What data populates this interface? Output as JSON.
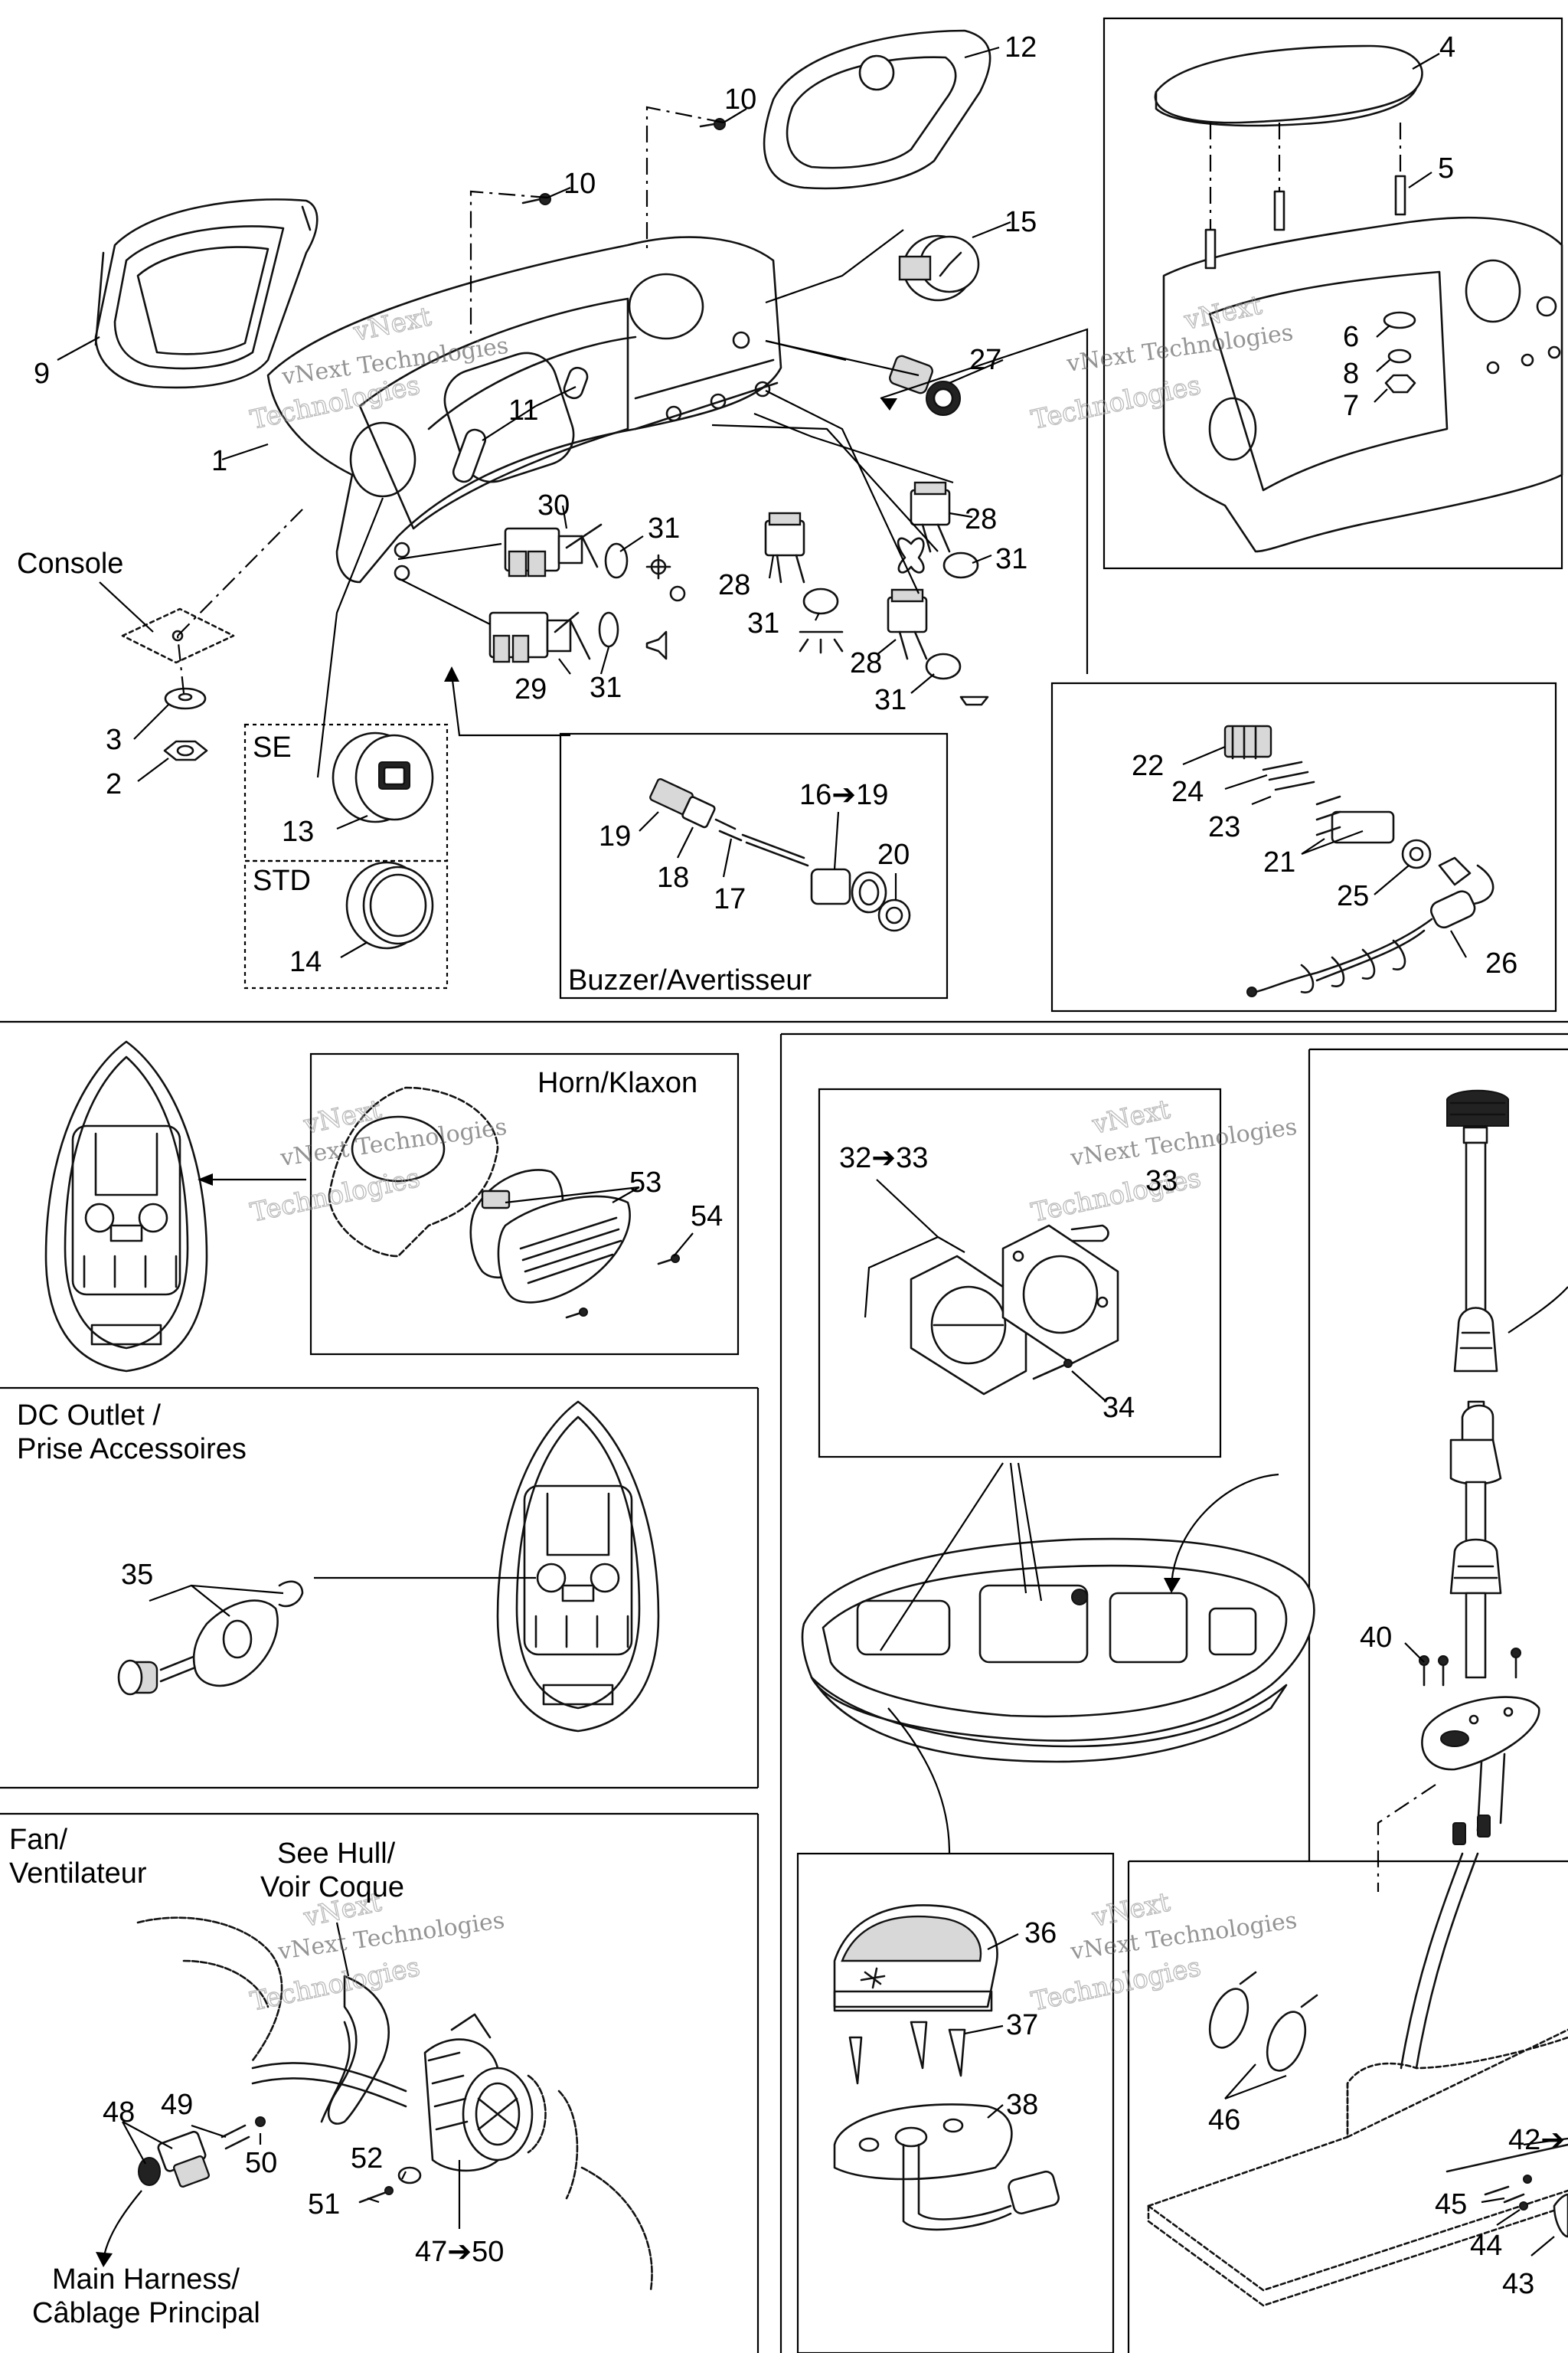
{
  "callouts": [
    {
      "id": "c12",
      "text": "12"
    },
    {
      "id": "c10a",
      "text": "10"
    },
    {
      "id": "c10b",
      "text": "10"
    },
    {
      "id": "c15",
      "text": "15"
    },
    {
      "id": "c27",
      "text": "27"
    },
    {
      "id": "c9",
      "text": "9"
    },
    {
      "id": "c11",
      "text": "11"
    },
    {
      "id": "c1",
      "text": "1"
    },
    {
      "id": "c30",
      "text": "30"
    },
    {
      "id": "c31a",
      "text": "31"
    },
    {
      "id": "c28a",
      "text": "28"
    },
    {
      "id": "c31b",
      "text": "31"
    },
    {
      "id": "c28b",
      "text": "28"
    },
    {
      "id": "c31c",
      "text": "31"
    },
    {
      "id": "c28c",
      "text": "28"
    },
    {
      "id": "c31d",
      "text": "31"
    },
    {
      "id": "c29",
      "text": "29"
    },
    {
      "id": "c31e",
      "text": "31"
    },
    {
      "id": "c3",
      "text": "3"
    },
    {
      "id": "c2",
      "text": "2"
    },
    {
      "id": "c13",
      "text": "13"
    },
    {
      "id": "c14",
      "text": "14"
    },
    {
      "id": "c4",
      "text": "4"
    },
    {
      "id": "c5",
      "text": "5"
    },
    {
      "id": "c6",
      "text": "6"
    },
    {
      "id": "c8",
      "text": "8"
    },
    {
      "id": "c7",
      "text": "7"
    },
    {
      "id": "c16",
      "text": "16➔19"
    },
    {
      "id": "c19",
      "text": "19"
    },
    {
      "id": "c18",
      "text": "18"
    },
    {
      "id": "c17",
      "text": "17"
    },
    {
      "id": "c20",
      "text": "20"
    },
    {
      "id": "c22",
      "text": "22"
    },
    {
      "id": "c24",
      "text": "24"
    },
    {
      "id": "c23",
      "text": "23"
    },
    {
      "id": "c21",
      "text": "21"
    },
    {
      "id": "c25",
      "text": "25"
    },
    {
      "id": "c26",
      "text": "26"
    },
    {
      "id": "c53",
      "text": "53"
    },
    {
      "id": "c54",
      "text": "54"
    },
    {
      "id": "c32",
      "text": "32➔33"
    },
    {
      "id": "c33",
      "text": "33"
    },
    {
      "id": "c34",
      "text": "34"
    },
    {
      "id": "c35",
      "text": "35"
    },
    {
      "id": "c40",
      "text": "40"
    },
    {
      "id": "c36",
      "text": "36"
    },
    {
      "id": "c37",
      "text": "37"
    },
    {
      "id": "c38",
      "text": "38"
    },
    {
      "id": "c46",
      "text": "46"
    },
    {
      "id": "c42",
      "text": "42➔"
    },
    {
      "id": "c45",
      "text": "45"
    },
    {
      "id": "c44",
      "text": "44"
    },
    {
      "id": "c43",
      "text": "43"
    },
    {
      "id": "c48",
      "text": "48"
    },
    {
      "id": "c49",
      "text": "49"
    },
    {
      "id": "c50",
      "text": "50"
    },
    {
      "id": "c52",
      "text": "52"
    },
    {
      "id": "c51",
      "text": "51"
    },
    {
      "id": "c47",
      "text": "47➔50"
    }
  ],
  "labels": {
    "console": "Console",
    "se": "SE",
    "std": "STD",
    "buzzer": "Buzzer/Avertisseur",
    "horn": "Horn/Klaxon",
    "dc_outlet_1": "DC Outlet /",
    "dc_outlet_2": "Prise Accessoires",
    "fan_1": "Fan/",
    "fan_2": "Ventilateur",
    "see_hull_1": "See Hull/",
    "see_hull_2": "Voir Coque",
    "main_harness_1": "Main Harness/",
    "main_harness_2": "Câblage Principal"
  },
  "watermark": {
    "line1": "vNext",
    "line2": "vNext Technologies",
    "line3": "Technologies"
  }
}
